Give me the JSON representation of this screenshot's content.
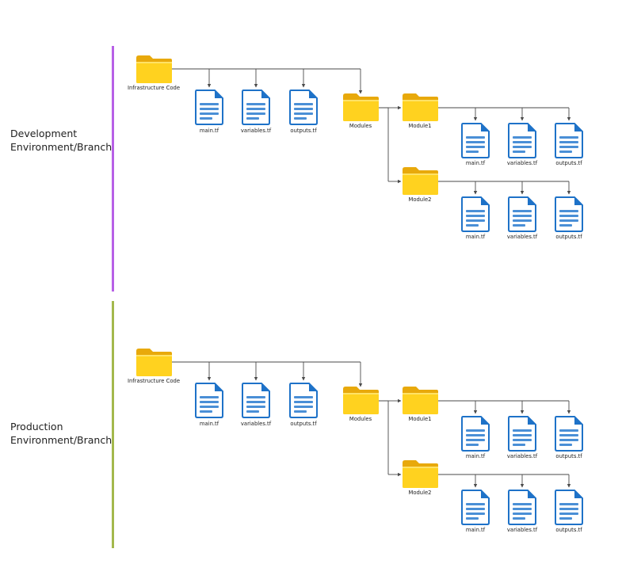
{
  "colors": {
    "dev_accent": "#b760e6",
    "prod_accent": "#a3b84c",
    "folder_front": "#ffd21f",
    "folder_back": "#e8a90b",
    "file_blue": "#1e72c8",
    "file_lines": "#4a8fd6",
    "connector": "#4a4a4a"
  },
  "icons": {
    "folder": "folder-icon",
    "file": "file-icon"
  },
  "environments": [
    {
      "id": "dev",
      "label_line1": "Development",
      "label_line2": "Environment/Branch",
      "root_label": "Infrastructure Code",
      "root_files": [
        "main.tf",
        "variables.tf",
        "outputs.tf"
      ],
      "modules_label": "Modules",
      "modules": [
        {
          "label": "Module1",
          "files": [
            "main.tf",
            "variables.tf",
            "outputs.tf"
          ]
        },
        {
          "label": "Module2",
          "files": [
            "main.tf",
            "variables.tf",
            "outputs.tf"
          ]
        }
      ]
    },
    {
      "id": "prod",
      "label_line1": "Production",
      "label_line2": "Environment/Branch",
      "root_label": "Infrastructure Code",
      "root_files": [
        "main.tf",
        "variables.tf",
        "outputs.tf"
      ],
      "modules_label": "Modules",
      "modules": [
        {
          "label": "Module1",
          "files": [
            "main.tf",
            "variables.tf",
            "outputs.tf"
          ]
        },
        {
          "label": "Module2",
          "files": [
            "main.tf",
            "variables.tf",
            "outputs.tf"
          ]
        }
      ]
    }
  ]
}
